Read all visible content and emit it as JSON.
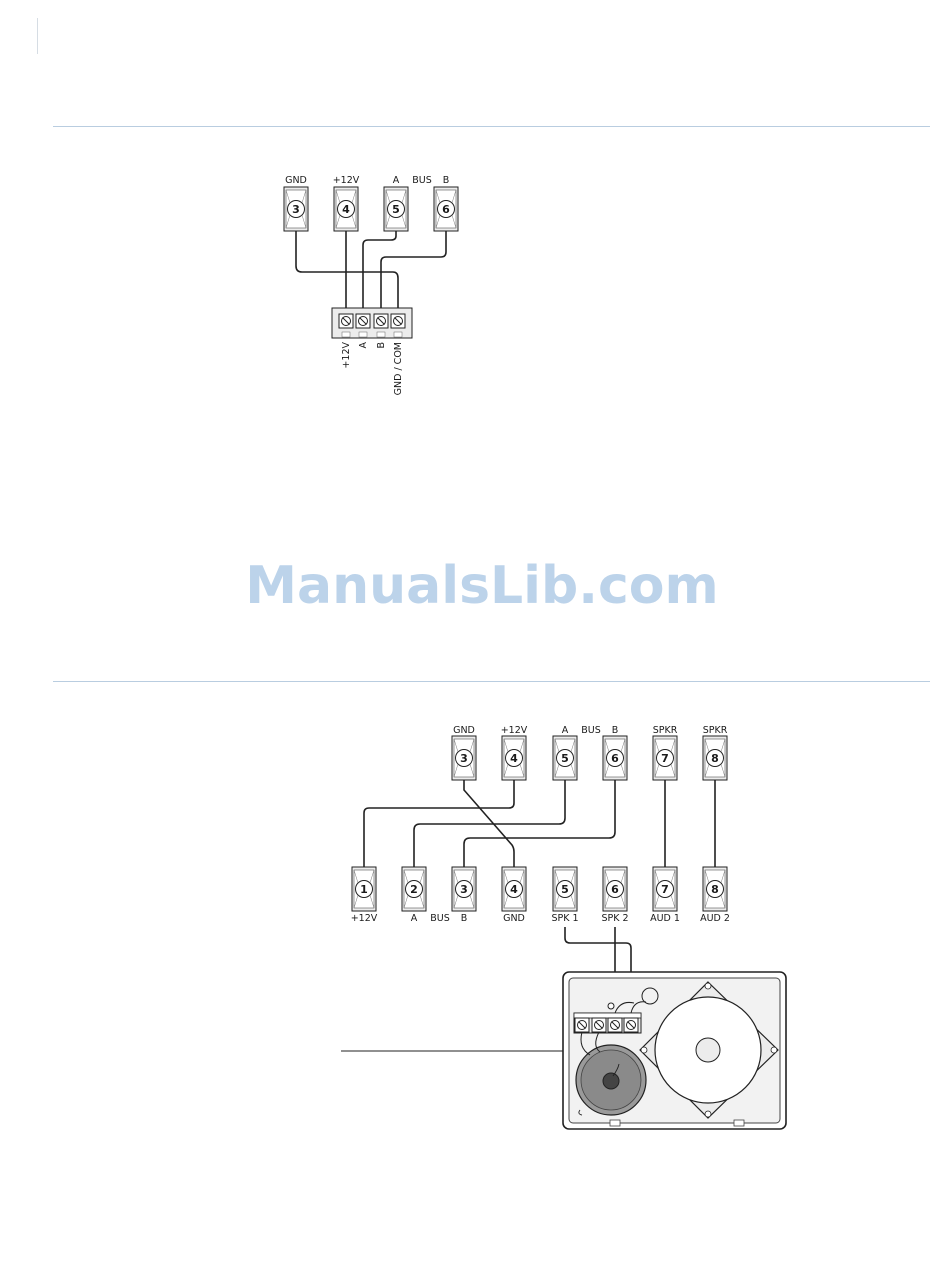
{
  "watermark": "ManualsLib.com",
  "diagram1": {
    "panel_labels": {
      "gnd": "GND",
      "v12": "+12V",
      "a": "A",
      "bus": "BUS",
      "b": "B"
    },
    "panel_terminals": [
      "3",
      "4",
      "5",
      "6"
    ],
    "connector_labels": [
      "+12V",
      "A",
      "B",
      "GND / COM"
    ]
  },
  "diagram2": {
    "top_labels": {
      "gnd": "GND",
      "v12": "+12V",
      "a": "A",
      "bus": "BUS",
      "b": "B",
      "spkr1": "SPKR",
      "spkr2": "SPKR"
    },
    "top_terminals": [
      "3",
      "4",
      "5",
      "6",
      "7",
      "8"
    ],
    "bottom_terminals": [
      "1",
      "2",
      "3",
      "4",
      "5",
      "6",
      "7",
      "8"
    ],
    "bottom_labels": {
      "v12": "+12V",
      "a": "A",
      "bus": "BUS",
      "b": "B",
      "gnd": "GND",
      "spk1": "SPK 1",
      "spk2": "SPK 2",
      "aud1": "AUD 1",
      "aud2": "AUD 2"
    }
  }
}
